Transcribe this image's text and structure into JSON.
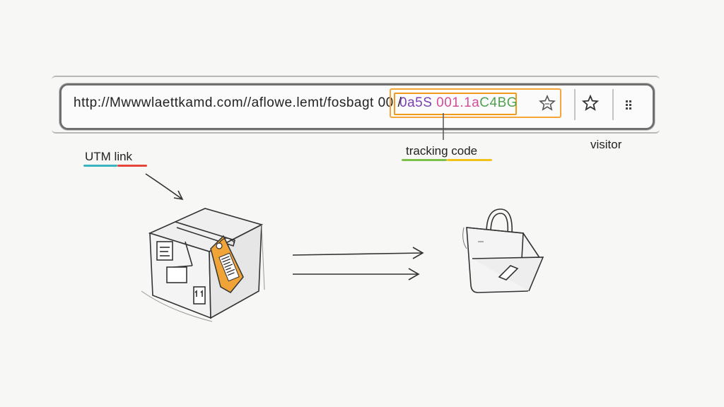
{
  "browser": {
    "url_prefix": "http://Mwwwlaettkamd.com//aflowe.lemt/fosbagt 00 /",
    "tracking_code": [
      "0a5S ",
      "001.1a",
      "C4BG"
    ],
    "colors": {
      "tracking_border": "#f29a1a",
      "code_purple": "#7b3fb5",
      "code_pink": "#d64b9a",
      "code_green": "#4fa24f"
    },
    "icons": [
      "bookmark-star-icon",
      "star-icon",
      "menu-dots-icon"
    ]
  },
  "labels": {
    "utm_link": "UTM  link",
    "tracking_code": "tracking code",
    "visitor": "visitor"
  },
  "colors": {
    "utm_underline": [
      "#3ab5c0",
      "#e4473a"
    ],
    "tracking_underline": [
      "#7cc04a",
      "#f2c21a"
    ]
  },
  "figures": [
    "package-box",
    "shopping-bag"
  ]
}
